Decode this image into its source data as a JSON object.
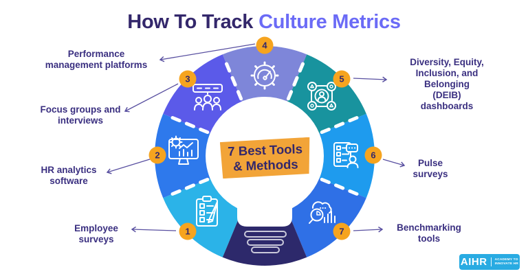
{
  "title": {
    "prefix": "How To Track",
    "accent": "Culture Metrics"
  },
  "center_label": "7 Best Tools\n& Methods",
  "tools": [
    {
      "number": "1",
      "label": "Employee\nsurveys",
      "icon": "employee-surveys-clipboard-icon",
      "color": "#2BB3E8"
    },
    {
      "number": "2",
      "label": "HR analytics\nsoftware",
      "icon": "hr-analytics-monitor-icon",
      "color": "#2E79EC"
    },
    {
      "number": "3",
      "label": "Focus groups and\ninterviews",
      "icon": "focus-group-people-icon",
      "color": "#5B5AE9"
    },
    {
      "number": "4",
      "label": "Performance\nmanagement platforms",
      "icon": "performance-gauge-gear-icon",
      "color": "#7E86D9"
    },
    {
      "number": "5",
      "label": "Diversity, Equity,\nInclusion, and Belonging\n(DEIB) dashboards",
      "icon": "deib-people-network-icon",
      "color": "#18939E"
    },
    {
      "number": "6",
      "label": "Pulse\nsurveys",
      "icon": "pulse-survey-checklist-icon",
      "color": "#1E9BEE"
    },
    {
      "number": "7",
      "label": "Benchmarking\ntools",
      "icon": "benchmarking-search-chart-icon",
      "color": "#2F70E6"
    }
  ],
  "bulb": {
    "base_color": "#2D296B",
    "bulb_color": "#FFFFFF"
  },
  "badge": {
    "bg": "#F6A41F",
    "text_color": "#33276B"
  },
  "logo": {
    "name": "AIHR",
    "tagline": "ACADEMY TO\nINNOVATE HR",
    "bg": "#29ABE2"
  },
  "colors": {
    "title_main": "#33276B",
    "title_accent": "#6B6BF6",
    "label_text": "#3A2F80",
    "arrow": "#584FA0",
    "center_box_bg": "#F2A438",
    "center_box_text": "#33276B",
    "separator_dash": "#FFFFFF"
  }
}
